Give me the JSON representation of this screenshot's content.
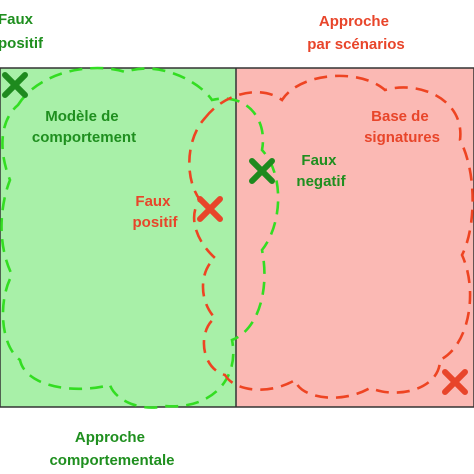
{
  "labels": {
    "faux_positif_top": [
      "Faux",
      "positif"
    ],
    "approche_scenarios": [
      "Approche",
      "par scénarios"
    ],
    "modele_comportement": [
      "Modèle de",
      "comportement"
    ],
    "base_signatures": [
      "Base de",
      "signatures"
    ],
    "faux_negatif": [
      "Faux",
      "negatif"
    ],
    "faux_positif_mid": [
      "Faux",
      "positif"
    ],
    "approche_comportementale": [
      "Approche",
      "comportementale"
    ]
  },
  "colors": {
    "green_fill": "#a8f0a8",
    "red_fill": "#fbb9b4",
    "green_text": "#1f8f1f",
    "red_text": "#e8452a",
    "green_dash": "#33dd22",
    "red_dash": "#ee4422",
    "green_cross": "#1e8a1e",
    "red_cross": "#e8452a"
  },
  "icons": [
    "cross-icon-green",
    "cross-icon-red"
  ]
}
